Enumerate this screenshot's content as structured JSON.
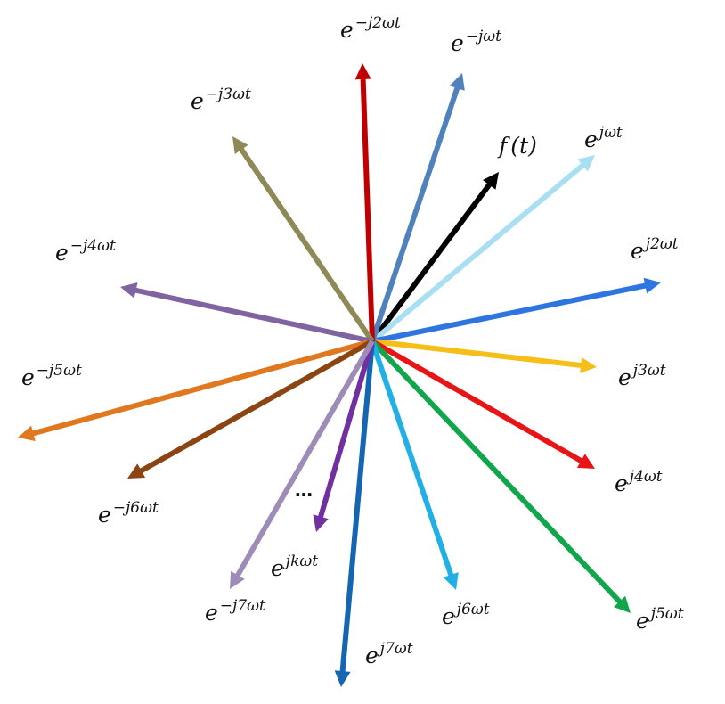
{
  "vectors": [
    {
      "id": "f",
      "color": "#000000",
      "label": {
        "base": "f",
        "exp": "",
        "suffix": "(t)"
      }
    },
    {
      "id": "pos1",
      "color": "#A9DFF2",
      "label": {
        "base": "e",
        "exp": "jωt",
        "suffix": ""
      }
    },
    {
      "id": "pos2",
      "color": "#2F75E0",
      "label": {
        "base": "e",
        "exp": "j2ωt",
        "suffix": ""
      }
    },
    {
      "id": "pos3",
      "color": "#F5BE19",
      "label": {
        "base": "e",
        "exp": "j3ωt",
        "suffix": ""
      }
    },
    {
      "id": "pos4",
      "color": "#E81418",
      "label": {
        "base": "e",
        "exp": "j4ωt",
        "suffix": ""
      }
    },
    {
      "id": "pos5",
      "color": "#12A64C",
      "label": {
        "base": "e",
        "exp": "j5ωt",
        "suffix": ""
      }
    },
    {
      "id": "pos6",
      "color": "#20B0E6",
      "label": {
        "base": "e",
        "exp": "j6ωt",
        "suffix": ""
      }
    },
    {
      "id": "pos7",
      "color": "#1466B2",
      "label": {
        "base": "e",
        "exp": "j7ωt",
        "suffix": ""
      }
    },
    {
      "id": "posk",
      "color": "#7030A0",
      "label": {
        "base": "e",
        "exp": "jkωt",
        "suffix": ""
      }
    },
    {
      "id": "neg1",
      "color": "#4F81BD",
      "label": {
        "base": "e",
        "exp": "−jωt",
        "suffix": ""
      }
    },
    {
      "id": "neg2",
      "color": "#C00000",
      "label": {
        "base": "e",
        "exp": "−j2ωt",
        "suffix": ""
      }
    },
    {
      "id": "neg3",
      "color": "#8E8A57",
      "label": {
        "base": "e",
        "exp": "−j3ωt",
        "suffix": ""
      }
    },
    {
      "id": "neg4",
      "color": "#8064A2",
      "label": {
        "base": "e",
        "exp": "−j4ωt",
        "suffix": ""
      }
    },
    {
      "id": "neg5",
      "color": "#E07820",
      "label": {
        "base": "e",
        "exp": "−j5ωt",
        "suffix": ""
      }
    },
    {
      "id": "neg6",
      "color": "#8B4513",
      "label": {
        "base": "e",
        "exp": "−j6ωt",
        "suffix": ""
      }
    },
    {
      "id": "neg7",
      "color": "#9E8CB8",
      "label": {
        "base": "e",
        "exp": "−j7ωt",
        "suffix": ""
      }
    }
  ],
  "ellipsis": "…"
}
